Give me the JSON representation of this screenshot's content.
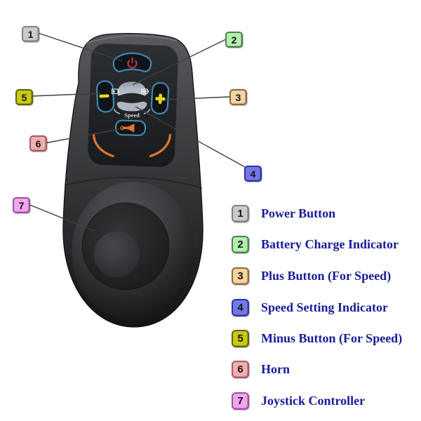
{
  "legend": {
    "text_color": "#1a1a9a",
    "items": [
      {
        "number": "1",
        "label": "Power Button",
        "fill": "#cacaca",
        "border": "#808080"
      },
      {
        "number": "2",
        "label": "Battery Charge Indicator",
        "fill": "#b2f0ae",
        "border": "#4e7d50"
      },
      {
        "number": "3",
        "label": "Plus Button (For Speed)",
        "fill": "#f8d3a2",
        "border": "#8a6b3c"
      },
      {
        "number": "4",
        "label": "Speed Setting Indicator",
        "fill": "#7477e6",
        "border": "#31319e"
      },
      {
        "number": "5",
        "label": "Minus Button (For Speed)",
        "fill": "#c9c913",
        "border": "#62620a"
      },
      {
        "number": "6",
        "label": "Horn",
        "fill": "#f3aeb1",
        "border": "#a65a5e"
      },
      {
        "number": "7",
        "label": "Joystick Controller",
        "fill": "#f1a5ef",
        "border": "#9c52a0"
      }
    ]
  },
  "device": {
    "speed_label": "Speed",
    "icons": {
      "power": "power-symbol (circle + bar), red",
      "minus": "yellow minus bar",
      "plus": "yellow plus cross",
      "horn": "orange trumpet",
      "battery_left": "battery outline, low",
      "battery_right": "battery outline, full"
    },
    "colors": {
      "button_outline": "#4089ac",
      "power_icon": "#c23a42",
      "plus_minus_icon": "#e6da10",
      "horn_icon": "#df752c",
      "accent_arcs": "#df752c",
      "indicator_window": "#acb5bf",
      "callout_line": "#3f3f3f",
      "body_dark": "#2a2b2d"
    }
  }
}
